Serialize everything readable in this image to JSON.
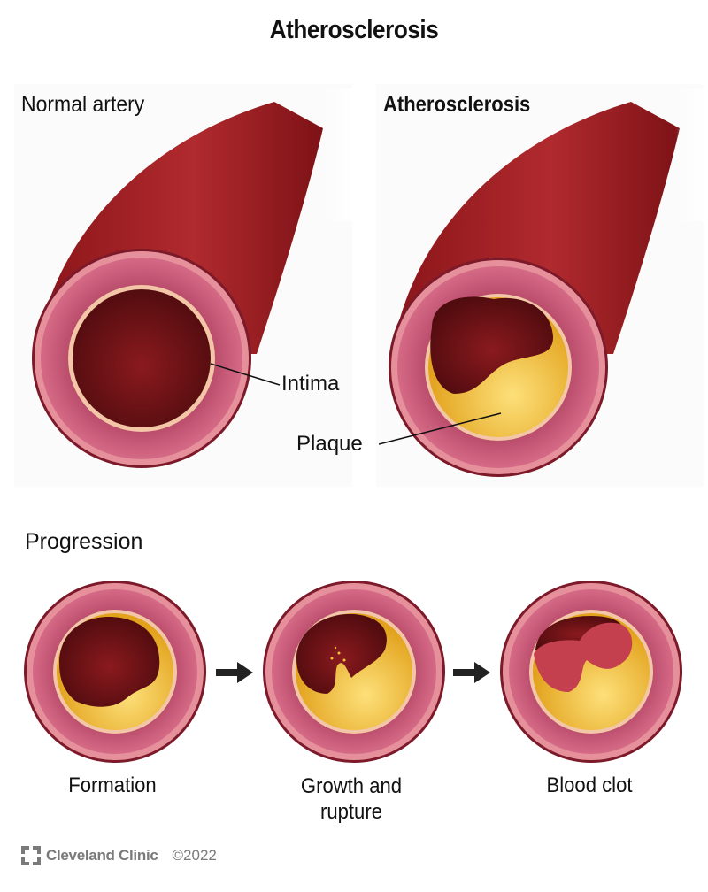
{
  "title": "Atherosclerosis",
  "top_panels": {
    "left": {
      "heading": "Normal artery",
      "label": "Intima"
    },
    "right": {
      "heading": "Atherosclerosis",
      "label": "Plaque"
    }
  },
  "progression": {
    "heading": "Progression",
    "stages": [
      {
        "caption": "Formation"
      },
      {
        "caption_line1": "Growth and",
        "caption_line2": "rupture"
      },
      {
        "caption": "Blood clot"
      }
    ],
    "arrow_icon": "right-arrow-icon"
  },
  "footer": {
    "brand": "Cleveland Clinic",
    "copyright": "©2022",
    "logo_icon": "cleveland-clinic-logo-icon"
  },
  "colors": {
    "artery_outer": "#9e1f24",
    "artery_wall": "#c95878",
    "wall_rim": "#e99aa2",
    "lumen": "#6b1216",
    "intima": "#f2c6a6",
    "plaque": "#f2c23a",
    "clot": "#c4404e",
    "arrow": "#222222"
  }
}
